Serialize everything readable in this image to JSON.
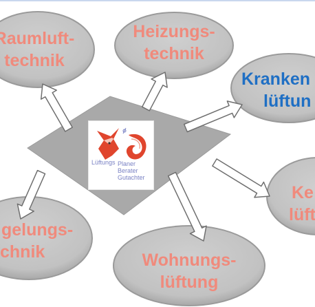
{
  "colors": {
    "ellipse_fill": "#c6c6c6",
    "ellipse_edge": "#9a9a9a",
    "platform_fill": "#a9a9a9",
    "arrow_fill": "#ffffff",
    "arrow_stroke": "#6f6f6f",
    "salmon_text": "#f08a7c",
    "blue_text": "#1f6fc4",
    "logo_text": "#7a82c4",
    "fox_orange": "#e0452d"
  },
  "nodes": [
    {
      "id": "raumluft",
      "lines": [
        "Raumluft-",
        "technik"
      ],
      "color": "salmon"
    },
    {
      "id": "heizung",
      "lines": [
        "Heizungs-",
        "technik"
      ],
      "color": "salmon"
    },
    {
      "id": "kranken",
      "lines": [
        "Kranken",
        "lüftun"
      ],
      "color": "blue"
    },
    {
      "id": "keller",
      "lines": [
        "Ke",
        "lüft"
      ],
      "color": "salmon"
    },
    {
      "id": "wohnung",
      "lines": [
        "Wohnungs-",
        "lüftung"
      ],
      "color": "salmon"
    },
    {
      "id": "regelung",
      "lines": [
        "gelungs-",
        "chnik"
      ],
      "color": "salmon"
    }
  ],
  "logo": {
    "brand": "Lüftungs",
    "roles": [
      "Planer",
      "Berater",
      "Gutachter"
    ],
    "icon": "fox-icon"
  }
}
